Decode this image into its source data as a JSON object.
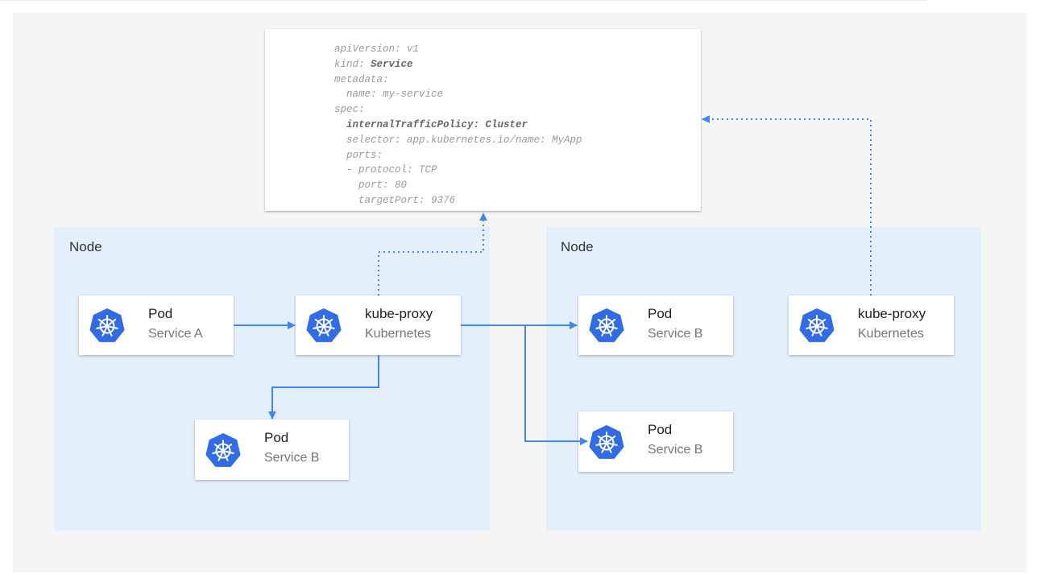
{
  "yaml": {
    "lines": [
      {
        "text": "apiVersion: v1"
      },
      {
        "key": "kind: ",
        "bold": "Service"
      },
      {
        "text": "metadata:"
      },
      {
        "text": "  name: my-service"
      },
      {
        "text": "spec:"
      },
      {
        "boldLine": "  internalTrafficPolicy: Cluster"
      },
      {
        "text": "  selector: app.kubernetes.io/name: MyApp"
      },
      {
        "text": "  ports:"
      },
      {
        "text": "  - protocol: TCP"
      },
      {
        "text": "    port: 80"
      },
      {
        "text": "    targetPort: 9376"
      }
    ]
  },
  "nodes": [
    {
      "label": "Node"
    },
    {
      "label": "Node"
    }
  ],
  "cards": [
    {
      "title": "Pod",
      "subtitle": "Service A"
    },
    {
      "title": "kube-proxy",
      "subtitle": "Kubernetes"
    },
    {
      "title": "Pod",
      "subtitle": "Service B"
    },
    {
      "title": "Pod",
      "subtitle": "Service B"
    },
    {
      "title": "kube-proxy",
      "subtitle": "Kubernetes"
    },
    {
      "title": "Pod",
      "subtitle": "Service B"
    }
  ],
  "colors": {
    "node_bg": "#e3f0fc",
    "arrow": "#4285f4",
    "k8s_blue": "#326ce5",
    "panel": "#f5f5f5"
  },
  "icon": "kubernetes-icon"
}
